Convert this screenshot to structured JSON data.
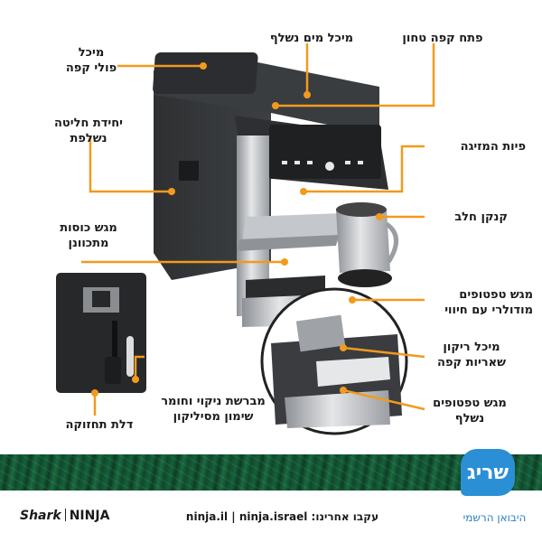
{
  "labels": {
    "pod_container": [
      "מיכל",
      "פולי קפה"
    ],
    "water_tank": "מיכל מים נשלף",
    "ground_coffee": "פתח קפה טחון",
    "brew_unit": [
      "יחידת חליטה",
      "נשלפת"
    ],
    "dispensing_spouts": "פיות המזיגה",
    "milk_jug": "קנקן חלב",
    "cup_tray": [
      "מגש כוסות",
      "מתכוונן"
    ],
    "drip_tray_modular": [
      "מגש טפטופים",
      "מודולרי עם חיווי"
    ],
    "grounds_container": [
      "מיכל ריקון",
      "שאריות קפה"
    ],
    "drip_tray_removable": [
      "מגש טפטופים",
      "נשלף"
    ],
    "cleaning_brush": [
      "מברשת ניקוי וחומר",
      "שימון מסיליקון"
    ],
    "storage_door": "דלת תחזוקה"
  },
  "footer": {
    "logo_text": "שריג",
    "official_importer": "היבואן הרשמי",
    "follow_text": "עקבו אחרינו: ninja.il | ninja.israel",
    "brand_shark": "Shark",
    "brand_ninja": "NINJA"
  },
  "colors": {
    "callout": "#f29a1d",
    "machine_dark": "#2a2c2e",
    "steel": "#b9bcc0",
    "band_green": "#15603a",
    "logo_blue": "#2b8fd6"
  }
}
